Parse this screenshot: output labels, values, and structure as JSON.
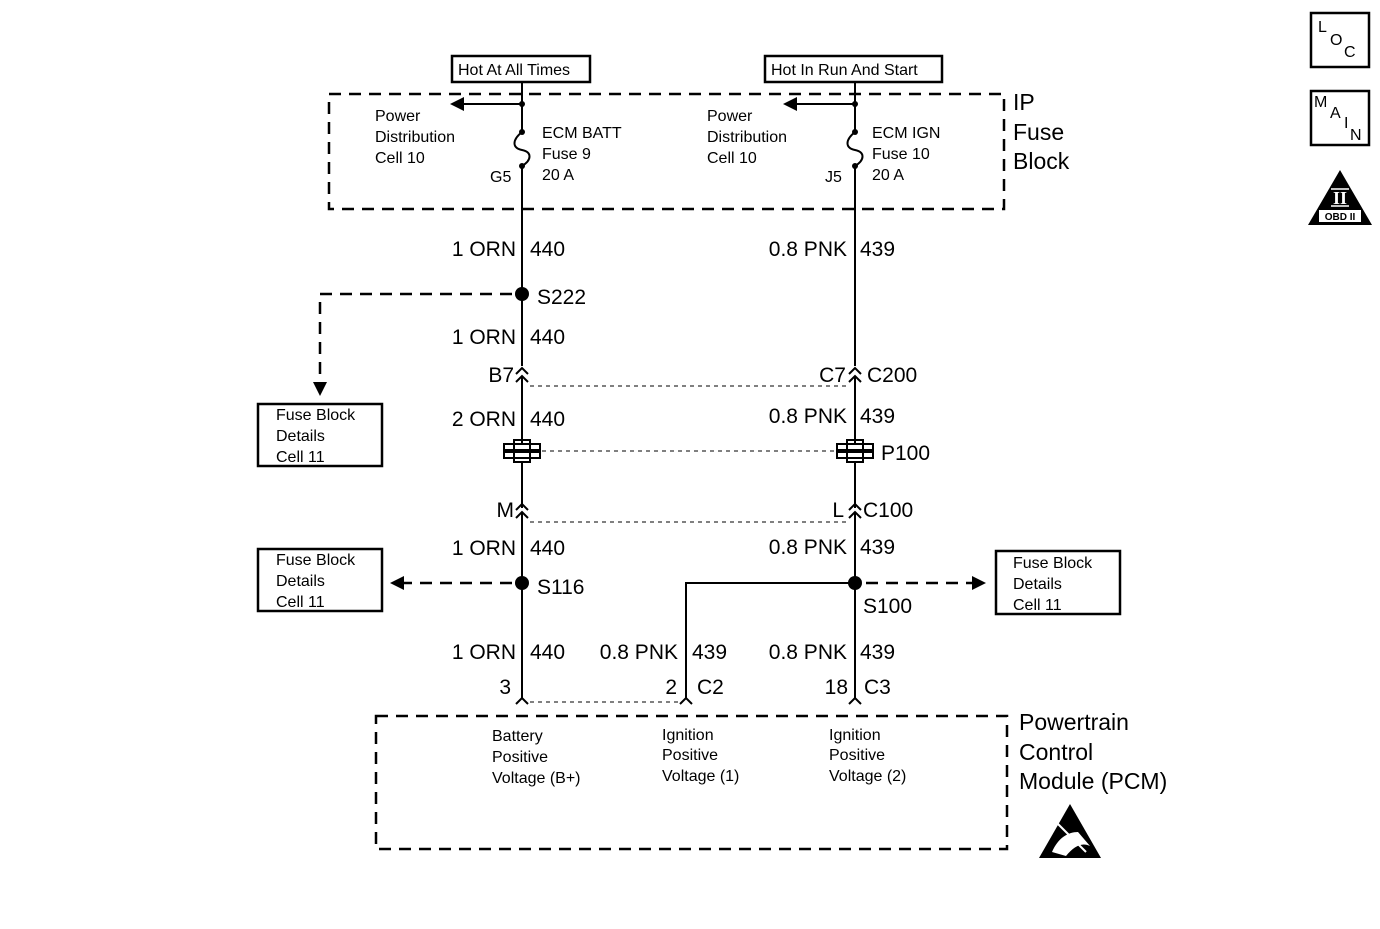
{
  "power_sources": {
    "left": "Hot At All Times",
    "right": "Hot In Run And Start"
  },
  "fuse_block": {
    "title": [
      "IP",
      "Fuse",
      "Block"
    ],
    "left_power_ref": [
      "Power",
      "Distribution",
      "Cell 10"
    ],
    "right_power_ref": [
      "Power",
      "Distribution",
      "Cell 10"
    ],
    "left_fuse": [
      "ECM BATT",
      "Fuse 9",
      "20 A"
    ],
    "right_fuse": [
      "ECM IGN",
      "Fuse 10",
      "20 A"
    ],
    "left_terminal": "G5",
    "right_terminal": "J5"
  },
  "wires": {
    "left_top": {
      "gauge_color": "1 ORN",
      "circuit": "440"
    },
    "left_mid": {
      "gauge_color": "1 ORN",
      "circuit": "440"
    },
    "left_c200": {
      "gauge_color": "2 ORN",
      "circuit": "440"
    },
    "left_c100": {
      "gauge_color": "1 ORN",
      "circuit": "440"
    },
    "left_pcm": {
      "gauge_color": "1 ORN",
      "circuit": "440"
    },
    "right_top": {
      "gauge_color": "0.8 PNK",
      "circuit": "439"
    },
    "right_c200": {
      "gauge_color": "0.8 PNK",
      "circuit": "439"
    },
    "right_c100": {
      "gauge_color": "0.8 PNK",
      "circuit": "439"
    },
    "branch_pcm": {
      "gauge_color": "0.8 PNK",
      "circuit": "439"
    },
    "right_pcm": {
      "gauge_color": "0.8 PNK",
      "circuit": "439"
    }
  },
  "splices": {
    "s222": "S222",
    "s116": "S116",
    "s100": "S100"
  },
  "connectors": {
    "c200": {
      "name": "C200",
      "left_pin": "B7",
      "right_pin": "C7"
    },
    "p100": {
      "name": "P100"
    },
    "c100": {
      "name": "C100",
      "left_pin": "M",
      "right_pin": "L"
    },
    "pcm_pins": [
      {
        "pin": "3",
        "connector": ""
      },
      {
        "pin": "2",
        "connector": "C2"
      },
      {
        "pin": "18",
        "connector": "C3"
      }
    ]
  },
  "reference_boxes": {
    "s222_ref": [
      "Fuse Block",
      "Details",
      "Cell 11"
    ],
    "s116_ref": [
      "Fuse Block",
      "Details",
      "Cell 11"
    ],
    "s100_ref": [
      "Fuse Block",
      "Details",
      "Cell 11"
    ]
  },
  "pcm": {
    "title": [
      "Powertrain",
      "Control",
      "Module (PCM)"
    ],
    "inputs": [
      [
        "Battery",
        "Positive",
        "Voltage (B+)"
      ],
      [
        "Ignition",
        "Positive",
        "Voltage (1)"
      ],
      [
        "Ignition",
        "Positive",
        "Voltage (2)"
      ]
    ]
  },
  "side_icons": {
    "loc": {
      "icon": "loc-icon",
      "letters": [
        "L",
        "O",
        "C"
      ]
    },
    "main": {
      "icon": "main-icon",
      "letters": [
        "M",
        "A",
        "I",
        "N"
      ]
    },
    "obd": {
      "icon": "obd-ii-icon",
      "numeral": "II",
      "label": "OBD II"
    }
  },
  "esd_symbol": {
    "icon": "esd-sensitive-icon"
  },
  "colors": {
    "ink": "#000000",
    "paper": "#ffffff"
  }
}
